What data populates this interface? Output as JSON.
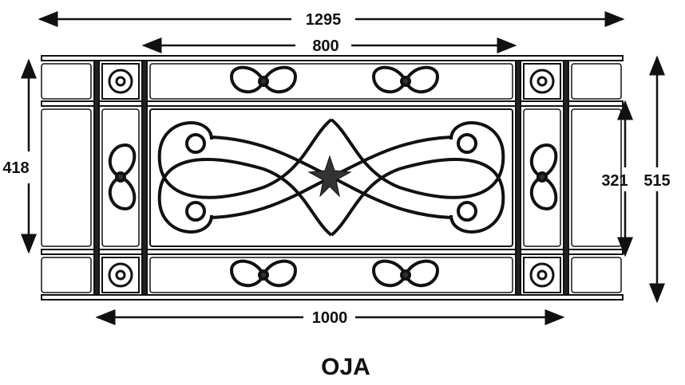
{
  "title": "OJA",
  "dimensions": {
    "overall_width": "1295",
    "center_panel_width": "800",
    "frame_width": "1000",
    "left_height": "418",
    "inner_height": "321",
    "overall_height": "515"
  },
  "colors": {
    "ink": "#111111",
    "background": "#ffffff"
  }
}
